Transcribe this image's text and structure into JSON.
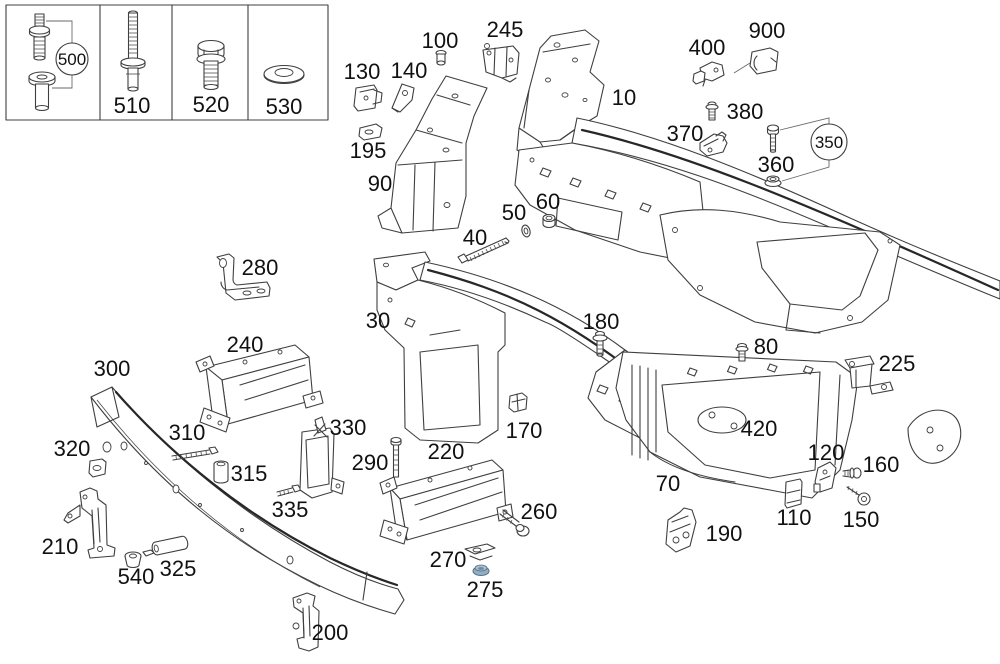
{
  "app": {
    "type": "parts-catalog-exploded-diagram",
    "subject": "Front end panel, side members and bumper carrier — exploded parts diagram"
  },
  "colors": {
    "background": "#ffffff",
    "line": "#3f3f3f",
    "label_text": "#111111",
    "highlighted_part_fill": "#93aec2"
  },
  "legend": {
    "position": "top-left",
    "items": [
      {
        "number": "500",
        "style": "circled",
        "icon": "stud-and-sleeve-icon"
      },
      {
        "number": "510",
        "icon": "rivet-bolt-icon"
      },
      {
        "number": "520",
        "icon": "hex-flange-bolt-icon"
      },
      {
        "number": "530",
        "icon": "washer-icon"
      }
    ]
  },
  "callouts": {
    "circled": [
      "500",
      "350"
    ]
  },
  "part_numbers": {
    "n10": "10",
    "n30": "30",
    "n40": "40",
    "n50": "50",
    "n60": "60",
    "n70": "70",
    "n80": "80",
    "n90": "90",
    "n100": "100",
    "n110": "110",
    "n120": "120",
    "n130": "130",
    "n140": "140",
    "n150": "150",
    "n160": "160",
    "n170": "170",
    "n180": "180",
    "n190": "190",
    "n195": "195",
    "n200": "200",
    "n210": "210",
    "n220": "220",
    "n225": "225",
    "n240": "240",
    "n245": "245",
    "n260": "260",
    "n270": "270",
    "n275": "275",
    "n280": "280",
    "n290": "290",
    "n300": "300",
    "n310": "310",
    "n315": "315",
    "n320": "320",
    "n325": "325",
    "n330": "330",
    "n335": "335",
    "n350": "350",
    "n360": "360",
    "n370": "370",
    "n380": "380",
    "n400": "400",
    "n420": "420",
    "n500": "500",
    "n510": "510",
    "n520": "520",
    "n530": "530",
    "n540": "540",
    "n900": "900"
  }
}
